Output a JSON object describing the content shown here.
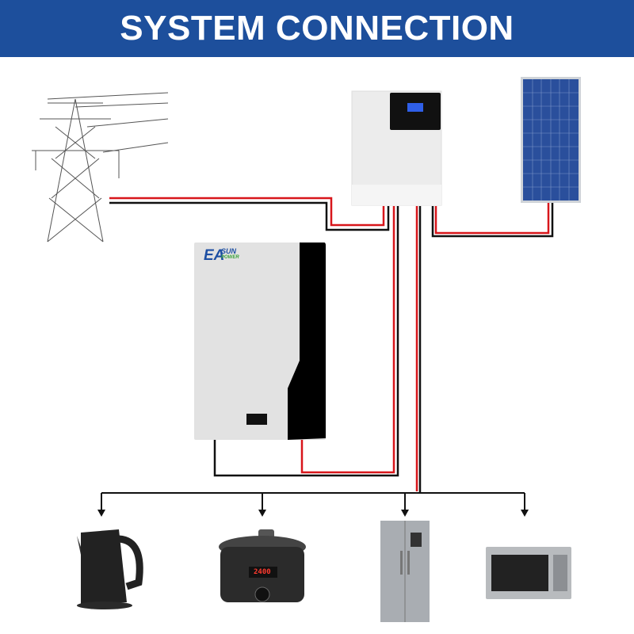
{
  "header": {
    "title": "SYSTEM CONNECTION"
  },
  "battery": {
    "brand_main": "EA",
    "brand_sun": "SUN",
    "brand_power": "POWER"
  },
  "loads": {
    "cooker_display": "2400"
  },
  "colors": {
    "banner": "#1d4f9c",
    "wire_red": "#d8161b",
    "wire_black": "#111111"
  }
}
